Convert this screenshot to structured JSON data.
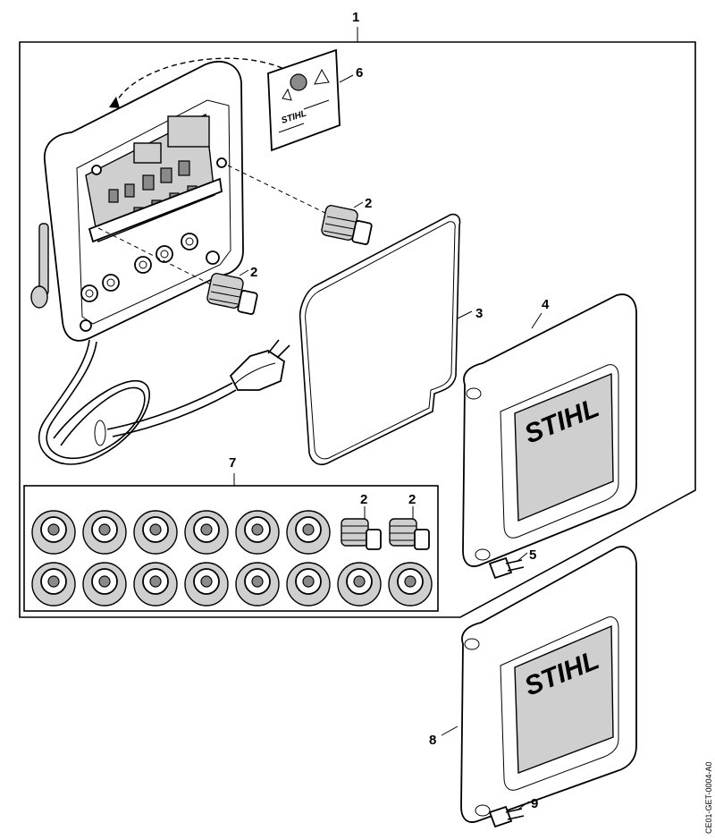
{
  "callouts": {
    "assembly": "1",
    "plug_a": "2",
    "plug_b": "2",
    "plug_c": "2",
    "plug_d": "2",
    "gasket": "3",
    "cover_top": "4",
    "screw_top": "5",
    "label": "6",
    "grommet_set": "7",
    "cover_bottom": "8",
    "screw_bottom": "9"
  },
  "brand": {
    "cover_top": "STIHL",
    "cover_bottom": "STIHL",
    "label": "STIHL"
  },
  "drawing_code": "CE01-GET-0004-A0",
  "colors": {
    "line": "#000000",
    "fill": "#ffffff",
    "shade": "#cfcfcf"
  }
}
